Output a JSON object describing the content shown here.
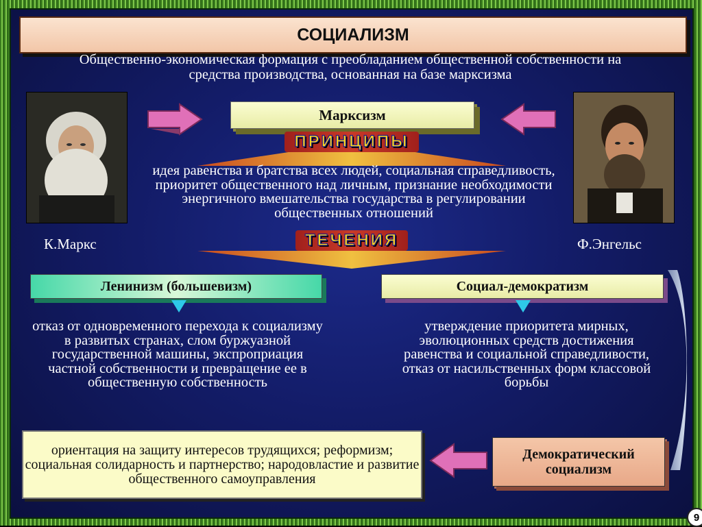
{
  "slide": {
    "title": "СОЦИАЛИЗМ",
    "definition": "Общественно-экономическая формация с преобладанием общественной собственности на средства производства, основанная на базе марксизма",
    "page_number": "9"
  },
  "people": {
    "left_caption": "К.Маркс",
    "right_caption": "Ф.Энгельс"
  },
  "core": {
    "marxism_label": "Марксизм",
    "principles_banner": "ПРИНЦИПЫ",
    "principles_text": "идея равенства и братства всех людей, социальная справедливость, приоритет общественного над личным, признание необходимости энергичного вмешательства государства в регулировании общественных отношений",
    "currents_banner": "ТЕЧЕНИЯ"
  },
  "left_branch": {
    "label": "Ленинизм (большевизм)",
    "text": "отказ от одновременного перехода к социализму в развитых странах, слом буржуазной государственной машины, экспроприация частной собственности и превращение ее в общественную собственность"
  },
  "right_branch": {
    "label": "Социал-демократизм",
    "text": "утверждение приоритета мирных, эволюционных средств достижения равенства и социальной справедливости, отказ от насильственных форм классовой борьбы"
  },
  "bottom": {
    "orientation_text": "ориентация на защиту интересов трудящихся; реформизм; социальная солидарность и партнерство; народовластие и развитие общественного самоуправления",
    "democratic_socialism_label": "Демократический социализм"
  },
  "colors": {
    "panel": "#131c68",
    "frame": "#5aa832",
    "banner_text": "#ffd81c",
    "arrow_pink": "#e85aa8",
    "marker_cyan": "#2ec8e8"
  }
}
